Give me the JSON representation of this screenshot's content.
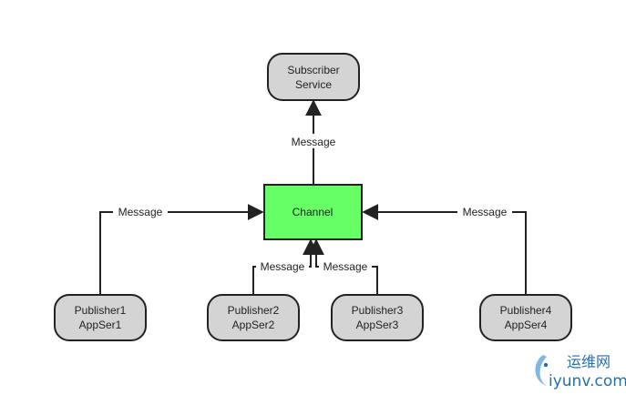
{
  "nodes": {
    "subscriber": {
      "line1": "Subscriber",
      "line2": "Service"
    },
    "channel": {
      "label": "Channel"
    },
    "publisher1": {
      "line1": "Publisher1",
      "line2": "AppSer1"
    },
    "publisher2": {
      "line1": "Publisher2",
      "line2": "AppSer2"
    },
    "publisher3": {
      "line1": "Publisher3",
      "line2": "AppSer3"
    },
    "publisher4": {
      "line1": "Publisher4",
      "line2": "AppSer4"
    }
  },
  "edges": {
    "channel_to_subscriber": "Message",
    "publisher1_to_channel": "Message",
    "publisher2_to_channel": "Message",
    "publisher3_to_channel": "Message",
    "publisher4_to_channel": "Message"
  },
  "colors": {
    "node_fill": "#d4d4d4",
    "channel_fill": "#66ff66",
    "stroke": "#222222",
    "watermark": "#1f6fb5"
  },
  "watermark": {
    "cn": "运维网",
    "en": "iyunv.com"
  }
}
